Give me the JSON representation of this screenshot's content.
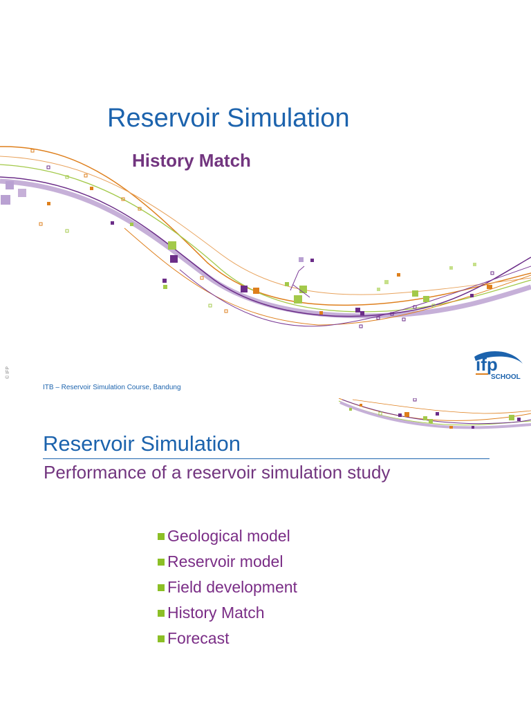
{
  "slide1": {
    "title": "Reservoir Simulation",
    "subtitle": "History Match",
    "footer": "ITB – Reservoir Simulation Course, Bandung",
    "copyright": "© IFP",
    "logo_text": "ifp",
    "logo_sub": "SCHOOL"
  },
  "slide2": {
    "title": "Reservoir Simulation",
    "subtitle": "Performance of a reservoir simulation study",
    "bullets": [
      "Geological model",
      "Reservoir model",
      "Field development",
      "History Match",
      "Forecast"
    ]
  },
  "colors": {
    "title_blue": "#1c63ad",
    "subtitle_purple": "#72357f",
    "bullet_green": "#8cbf26",
    "wave_orange": "#de7f1c",
    "wave_purple": "#6b2d88",
    "wave_lilac": "#c6b0d8"
  }
}
